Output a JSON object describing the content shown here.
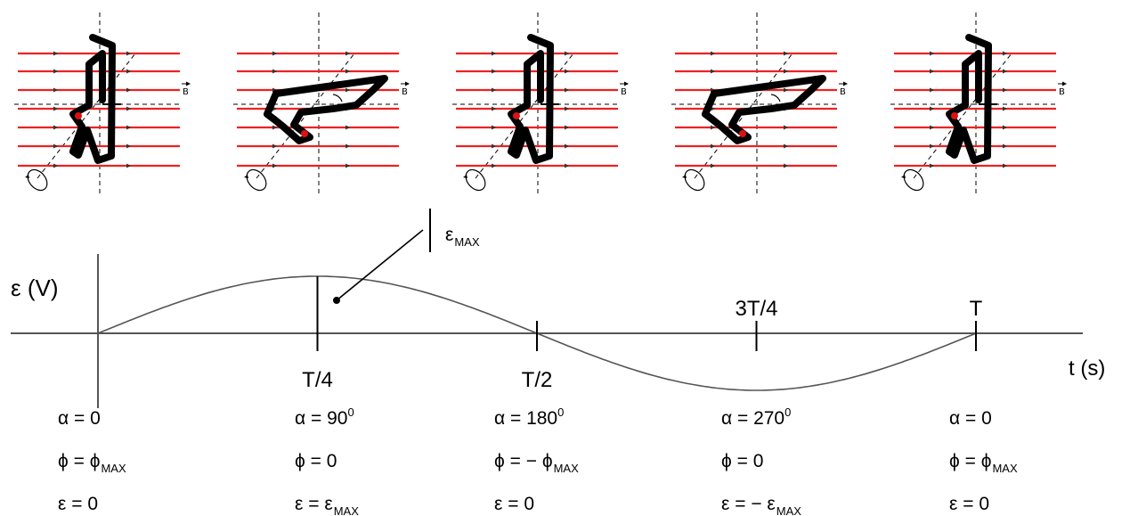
{
  "colors": {
    "field_line": "#ee2222",
    "loop": "#000000",
    "accent_dot": "#dd1111",
    "curve": "#555555"
  },
  "panels": [
    {
      "orientation": "vertical",
      "field_label": "B"
    },
    {
      "orientation": "horizontal",
      "field_label": "B"
    },
    {
      "orientation": "vertical",
      "field_label": "B"
    },
    {
      "orientation": "horizontal",
      "field_label": "B"
    },
    {
      "orientation": "vertical",
      "field_label": "B"
    }
  ],
  "graph": {
    "y_axis_label": "ε (V)",
    "x_axis_label": "t (s)",
    "emax_label": {
      "main": "ε",
      "sub": "MAX"
    },
    "ticks": [
      {
        "label": "T/4",
        "t": 0.25,
        "label_pos": "below"
      },
      {
        "label": "T/2",
        "t": 0.5,
        "label_pos": "below"
      },
      {
        "label": "3T/4",
        "t": 0.75,
        "label_pos": "above"
      },
      {
        "label": "T",
        "t": 1.0,
        "label_pos": "above"
      }
    ]
  },
  "chart_data": {
    "type": "line",
    "xlabel": "t (s)",
    "ylabel": "ε (V)",
    "x": [
      0,
      0.25,
      0.5,
      0.75,
      1.0
    ],
    "x_tick_labels": [
      "",
      "T/4",
      "T/2",
      "3T/4",
      "T"
    ],
    "y": [
      0,
      1,
      0,
      -1,
      0
    ],
    "annotations": [
      "εMAX"
    ]
  },
  "states": [
    {
      "alpha": {
        "lhs": "α",
        "op": "=",
        "val": "0",
        "sup": ""
      },
      "phi": {
        "lhs": "ϕ",
        "op": "=",
        "main": "ϕ",
        "sub": "MAX",
        "sign": ""
      },
      "eps": {
        "lhs": "ε",
        "op": "=",
        "main": "0",
        "sub": "",
        "sign": ""
      }
    },
    {
      "alpha": {
        "lhs": "α",
        "op": "=",
        "val": "90",
        "sup": "0"
      },
      "phi": {
        "lhs": "ϕ",
        "op": "=",
        "main": "0",
        "sub": "",
        "sign": ""
      },
      "eps": {
        "lhs": "ε",
        "op": "=",
        "main": "ε",
        "sub": "MAX",
        "sign": ""
      }
    },
    {
      "alpha": {
        "lhs": "α",
        "op": "=",
        "val": "180",
        "sup": "0"
      },
      "phi": {
        "lhs": "ϕ",
        "op": "=",
        "main": "ϕ",
        "sub": "MAX",
        "sign": "−"
      },
      "eps": {
        "lhs": "ε",
        "op": "=",
        "main": "0",
        "sub": "",
        "sign": ""
      }
    },
    {
      "alpha": {
        "lhs": "α",
        "op": "=",
        "val": "270",
        "sup": "0"
      },
      "phi": {
        "lhs": "ϕ",
        "op": "=",
        "main": "0",
        "sub": "",
        "sign": ""
      },
      "eps": {
        "lhs": "ε",
        "op": "=",
        "main": "ε",
        "sub": "MAX",
        "sign": "−"
      }
    },
    {
      "alpha": {
        "lhs": "α",
        "op": "=",
        "val": "0",
        "sup": ""
      },
      "phi": {
        "lhs": "ϕ",
        "op": "=",
        "main": "ϕ",
        "sub": "MAX",
        "sign": ""
      },
      "eps": {
        "lhs": "ε",
        "op": "=",
        "main": "0",
        "sub": "",
        "sign": ""
      }
    }
  ]
}
